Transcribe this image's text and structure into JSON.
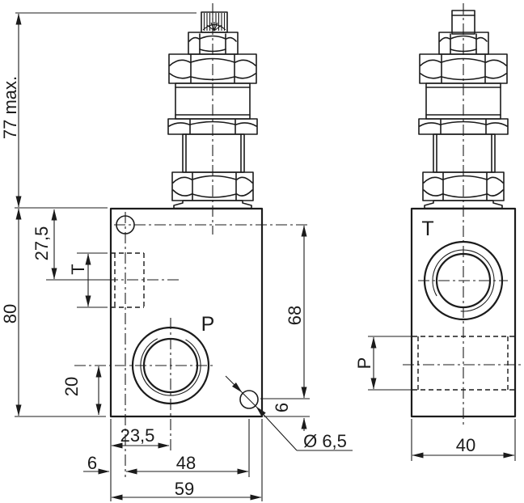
{
  "colors": {
    "line": "#1b1b1b",
    "background": "#ffffff"
  },
  "views": {
    "front": {
      "port_label_p": "P",
      "dims": {
        "height_max": "77 max.",
        "body_height": "80",
        "t_offset": "27,5",
        "t_port": "T",
        "p_height": "20",
        "p_offset": "23,5",
        "edge_offset": "6",
        "hole_span": "48",
        "body_width": "59",
        "hole_height": "68",
        "hole_bottom": "6",
        "hole_dia": "Ø 6,5"
      }
    },
    "side": {
      "port_label_t": "T",
      "dims": {
        "p_port": "P",
        "body_depth": "40"
      }
    }
  }
}
